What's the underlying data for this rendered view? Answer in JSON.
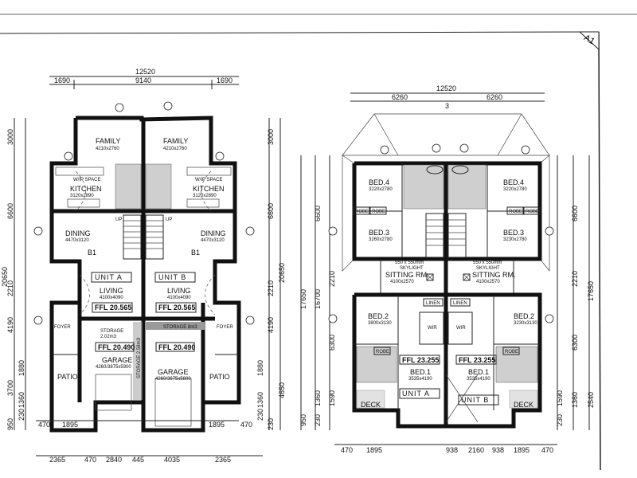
{
  "sheet": {
    "label": "A1"
  },
  "ground": {
    "dims_top": {
      "overall": "12520",
      "left": "1690",
      "mid": "9140",
      "right": "1690"
    },
    "dims_left": [
      "3000",
      "6600",
      "20650",
      "2210",
      "4190",
      "3700",
      "1880",
      "1360",
      "230",
      "950"
    ],
    "dims_right": [
      "3000",
      "6600",
      "20650",
      "2210",
      "4190",
      "4650",
      "1880",
      "1360",
      "230",
      "230"
    ],
    "dims_bottom": [
      "2365",
      "470",
      "2840",
      "445",
      "4035",
      "2365"
    ],
    "dims_small": [
      "470",
      "1895",
      "1895",
      "470"
    ],
    "rooms": {
      "family_a": "FAMILY",
      "family_a_size": "4210x2760",
      "family_b": "FAMILY",
      "family_b_size": "4210x2760",
      "kitchen_a": "KITCHEN",
      "kitchen_a_size": "3120x2890",
      "kitchen_b": "KITCHEN",
      "kitchen_b_size": "3120x2890",
      "wip_a": "W/IP SPACE",
      "wip_b": "W/IP SPACE",
      "dining_a": "DINING",
      "dining_a_size": "4470x3120",
      "dining_b": "DINING",
      "dining_b_size": "4470x3120",
      "b1_a": "B1",
      "b1_b": "B1",
      "living_a": "LIVING",
      "living_a_size": "4100x4090",
      "living_b": "LIVING",
      "living_b_size": "4100x4090",
      "foyer_a": "FOYER",
      "foyer_b": "FOYER",
      "storage_a": "STORAGE",
      "storage_a_size": "2.02m3",
      "storage_b": "STORAGE 8m3",
      "storage_c": "STORAGE 2.58m3",
      "garage_a": "GARAGE",
      "garage_a_size": "4260/3875x5900",
      "garage_b": "GARAGE",
      "garage_b_size": "4260/3675x5800",
      "patio_a": "PATIO",
      "patio_b": "PATIO",
      "up_a": "UP",
      "up_b": "UP"
    },
    "units": {
      "a": "UNIT  A",
      "b": "UNIT  B"
    },
    "ffl": {
      "living_a": "FFL 20.565",
      "living_b": "FFL 20.565",
      "garage_a": "FFL 20.490",
      "garage_b": "FFL 20.490"
    }
  },
  "first": {
    "dims_top": {
      "overall": "12520",
      "left": "6260",
      "right": "6260",
      "mark": "3"
    },
    "dims_left": [
      "6600",
      "17650",
      "16700",
      "2210",
      "6300",
      "1590",
      "1360",
      "950",
      "230"
    ],
    "dims_right": [
      "6600",
      "2210",
      "17650",
      "6300",
      "1590",
      "1360",
      "2540",
      "230"
    ],
    "dims_bottom": [
      "470",
      "1895",
      "938",
      "2160",
      "938",
      "1895",
      "470"
    ],
    "rooms": {
      "bed4_a": "BED.4",
      "bed4_a_size": "3220x2780",
      "bed4_b": "BED.4",
      "bed4_b_size": "3220x2780",
      "bed3_a": "BED.3",
      "bed3_a_size": "3260x2780",
      "bed3_b": "BED.3",
      "bed3_b_size": "3230x2780",
      "robe1": "ROBE",
      "robe2": "ROBE",
      "robe3": "ROBE",
      "robe4": "ROBE",
      "robe5": "ROBE",
      "robe6": "ROBE",
      "sitting_a": "SITTING RM.",
      "sitting_a_size": "4100x2570",
      "sitting_b": "SITTING RM.",
      "sitting_b_size": "4100x2570",
      "sky_a": "550 x 550mm",
      "sky_a2": "SKYLIGHT",
      "sky_b": "550 x 550mm",
      "sky_b2": "SKYLIGHT",
      "bed2_a": "BED.2",
      "bed2_a_size": "3800x3130",
      "bed2_b": "BED.2",
      "bed2_b_size": "3230x3130",
      "linen_a": "LINEN",
      "linen_b": "LINEN",
      "wir_a": "WIR",
      "wir_b": "WIR",
      "bed1_a": "BED.1",
      "bed1_a_size": "3535x4190",
      "bed1_b": "BED.1",
      "bed1_b_size": "3535x4190",
      "deck_a": "DECK",
      "deck_b": "DECK"
    },
    "units": {
      "a": "UNIT  A",
      "b": "UNIT  B"
    },
    "ffl": {
      "a": "FFL 23.255",
      "b": "FFL 23.255"
    }
  }
}
